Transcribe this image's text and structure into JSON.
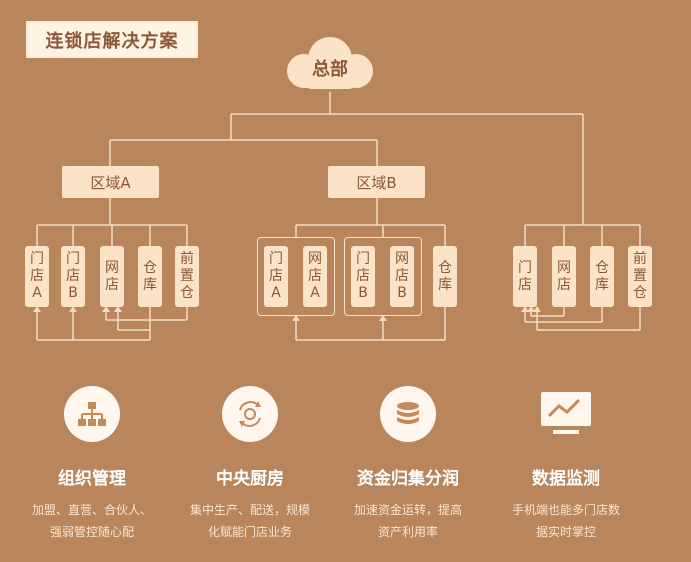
{
  "title": "连锁店解决方案",
  "hq": "总部",
  "regions": {
    "a": "区域A",
    "b": "区域B"
  },
  "stores_a": [
    {
      "label": "门\n店\nA"
    },
    {
      "label": "门\n店\nB"
    },
    {
      "label": "网\n店"
    },
    {
      "label": "仓\n库"
    },
    {
      "label": "前\n置\n仓"
    }
  ],
  "stores_b": [
    {
      "label": "门\n店\nA"
    },
    {
      "label": "网\n店\nA"
    },
    {
      "label": "门\n店\nB"
    },
    {
      "label": "网\n店\nB"
    },
    {
      "label": "仓\n库"
    }
  ],
  "stores_c": [
    {
      "label": "门\n店"
    },
    {
      "label": "网\n店"
    },
    {
      "label": "仓\n库"
    },
    {
      "label": "前\n置\n仓"
    }
  ],
  "features": [
    {
      "icon": "org-chart-icon",
      "title": "组织管理",
      "desc1": "加盟、直营、合伙人、",
      "desc2": "强弱管控随心配"
    },
    {
      "icon": "gear-cycle-icon",
      "title": "中央厨房",
      "desc1": "集中生产、配送，规模",
      "desc2": "化赋能门店业务"
    },
    {
      "icon": "coin-stack-icon",
      "title": "资金归集分润",
      "desc1": "加速资金运转，提高",
      "desc2": "资产利用率"
    },
    {
      "icon": "monitor-chart-icon",
      "title": "数据监测",
      "desc1": "手机端也能多门店数",
      "desc2": "据实时掌控"
    }
  ],
  "colors": {
    "background": "#B8855C",
    "node": "#FBE3C7",
    "text": "#8C5836",
    "line": "#F3DCC3"
  }
}
